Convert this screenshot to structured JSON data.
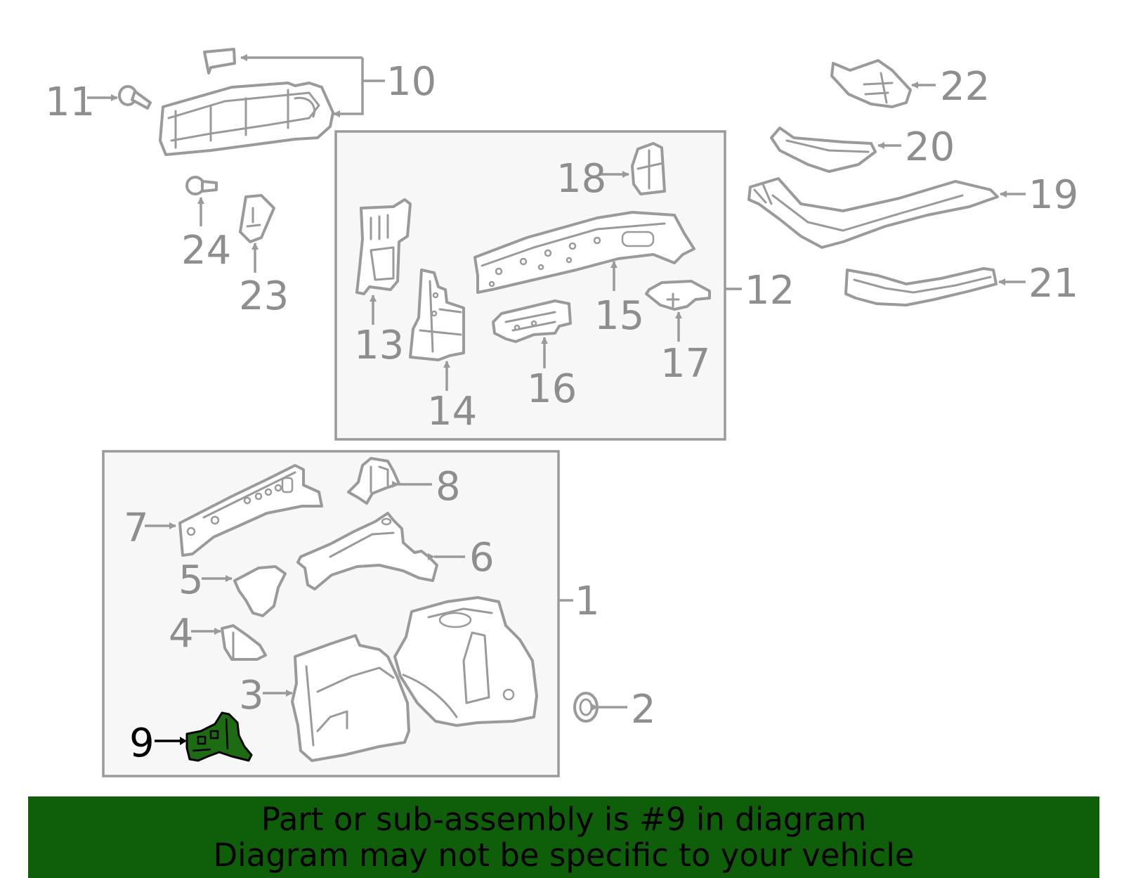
{
  "callouts": {
    "c1": "1",
    "c2": "2",
    "c3": "3",
    "c4": "4",
    "c5": "5",
    "c6": "6",
    "c7": "7",
    "c8": "8",
    "c9": "9",
    "c10": "10",
    "c11": "11",
    "c12": "12",
    "c13": "13",
    "c14": "14",
    "c15": "15",
    "c16": "16",
    "c17": "17",
    "c18": "18",
    "c19": "19",
    "c20": "20",
    "c21": "21",
    "c22": "22",
    "c23": "23",
    "c24": "24"
  },
  "highlight": {
    "part_number": "9",
    "color": "#1d6b12"
  },
  "banner": {
    "line1": "Part or sub-assembly is #9 in diagram",
    "line2": "Diagram may not be specific to your vehicle",
    "background_color": "#0f5f0a"
  },
  "colors": {
    "line": "#9a9a9a",
    "box_fill": "#f7f7f7",
    "highlight_stroke": "#000000"
  }
}
